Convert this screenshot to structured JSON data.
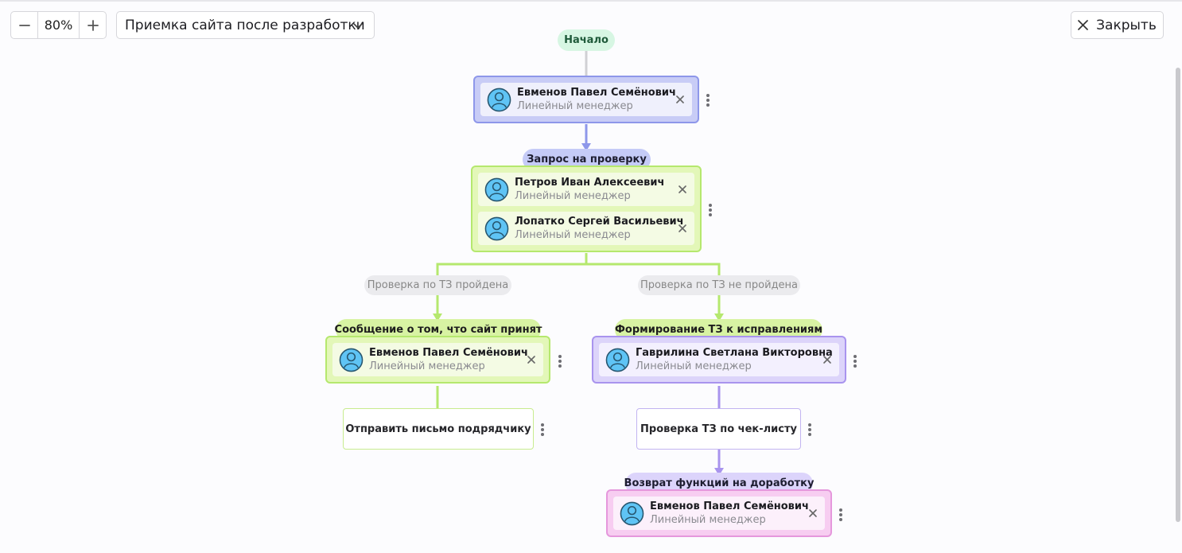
{
  "toolbar": {
    "zoom_out": "−",
    "zoom_value": "80%",
    "zoom_in": "+",
    "process_name": "Приемка сайта после разработки",
    "close_label": "Закрыть"
  },
  "flow": {
    "start": "Начало",
    "stages": [
      {
        "title": "",
        "color": "#8e97ea",
        "assignees": [
          {
            "name": "Евменов Павел Семёнович",
            "role": "Линейный менеджер"
          }
        ]
      },
      {
        "title": "Запрос на проверку",
        "color": "#b5e86e",
        "assignees": [
          {
            "name": "Петров Иван Алексеевич",
            "role": "Линейный менеджер"
          },
          {
            "name": "Лопатко Сергей Васильевич",
            "role": "Линейный менеджер"
          }
        ]
      },
      {
        "title": "Сообщение о том, что сайт принят",
        "color": "#b5e86e",
        "assignees": [
          {
            "name": "Евменов Павел Семёнович",
            "role": "Линейный менеджер"
          }
        ]
      },
      {
        "title": "Формирование ТЗ к исправлениям",
        "color": "#a994ee",
        "assignees": [
          {
            "name": "Гаврилина Светлана Викторовна",
            "role": "Линейный менеджер"
          }
        ]
      },
      {
        "title": "Возврат функций на доработку",
        "color": "#e597dc",
        "assignees": [
          {
            "name": "Евменов Павел Семёнович",
            "role": "Линейный менеджер"
          }
        ]
      }
    ],
    "conditions": [
      "Проверка по ТЗ пройдена",
      "Проверка по ТЗ не пройдена"
    ],
    "actions": [
      "Отправить письмо подрядчику",
      "Проверка ТЗ по чек-листу"
    ]
  }
}
